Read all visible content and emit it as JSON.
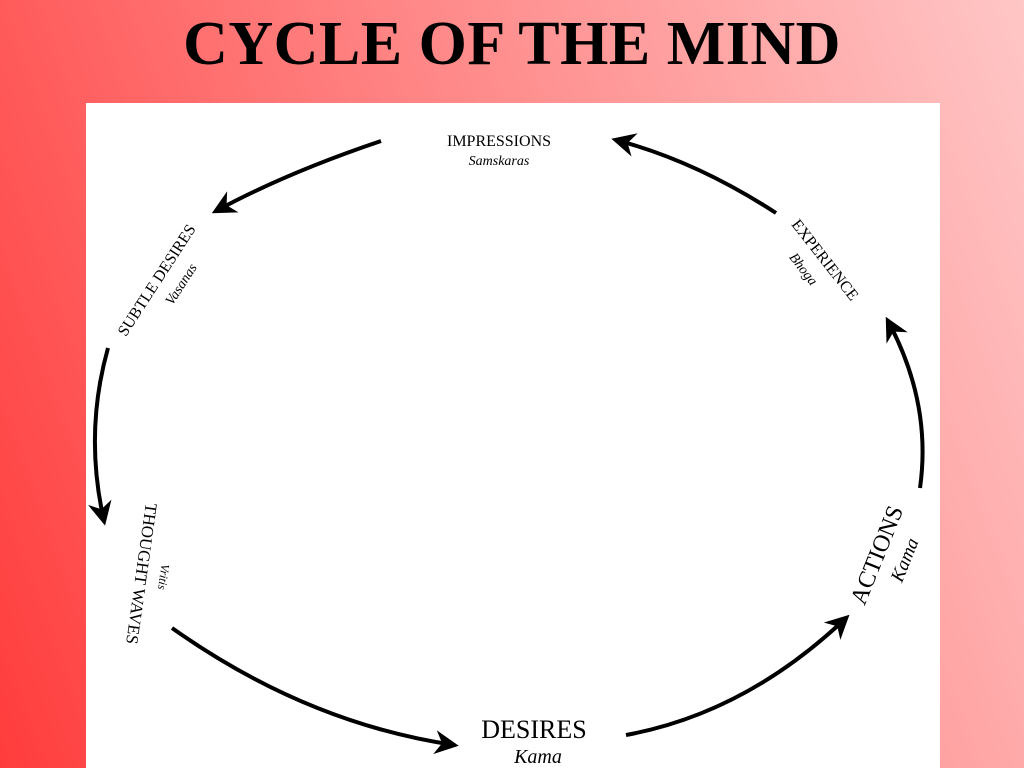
{
  "slide": {
    "title": "CYCLE OF THE MIND"
  },
  "diagram": {
    "stages": [
      {
        "id": "impressions",
        "label": "IMPRESSIONS",
        "sub": "Samskaras"
      },
      {
        "id": "subtle-desires",
        "label": "SUBTLE DESIRES",
        "sub": "Vasanas"
      },
      {
        "id": "thought-waves",
        "label": "THOUGHT WAVES",
        "sub": "Vritis"
      },
      {
        "id": "desires",
        "label": "DESIRES",
        "sub": "Kama"
      },
      {
        "id": "actions",
        "label": "ACTIONS",
        "sub": "Kama"
      },
      {
        "id": "experience",
        "label": "EXPERIENCE",
        "sub": "Bhoga"
      }
    ]
  }
}
